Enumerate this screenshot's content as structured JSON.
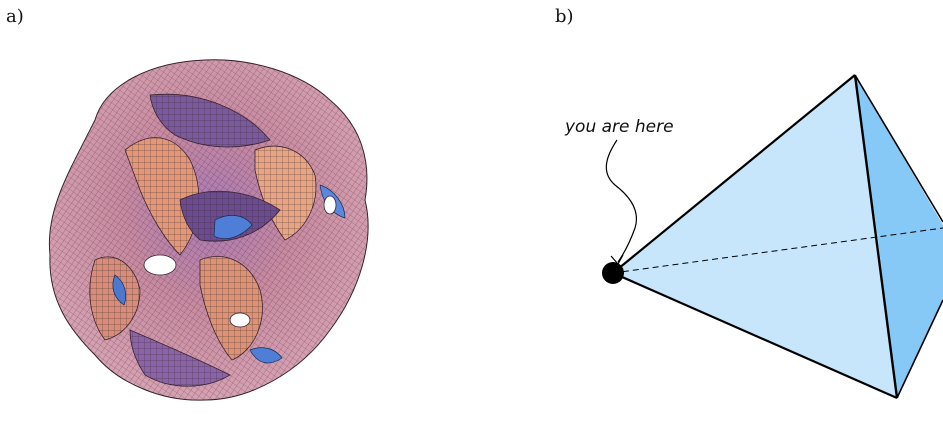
{
  "panels": {
    "a": {
      "label": "a)"
    },
    "b": {
      "label": "b)",
      "annotation": "you are here"
    }
  },
  "colors": {
    "surface_pink": "#c98596",
    "surface_purple": "#7a5a9c",
    "surface_orange": "#e29878",
    "surface_blue": "#4f7ed6",
    "tetra_front": "#c7e6fb",
    "tetra_side": "#86c8f6",
    "edge": "#000000"
  }
}
